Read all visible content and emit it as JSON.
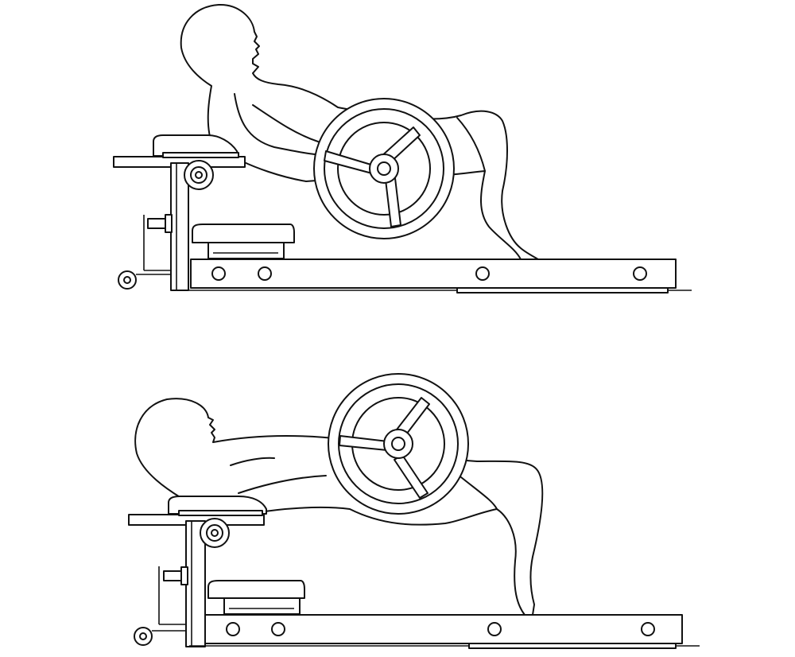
{
  "figure": {
    "panels": [
      {
        "id": "top",
        "pose": "lowered"
      },
      {
        "id": "bottom",
        "pose": "raised"
      }
    ],
    "text": []
  },
  "colors": {
    "line": "#111111",
    "background": "#ffffff"
  }
}
